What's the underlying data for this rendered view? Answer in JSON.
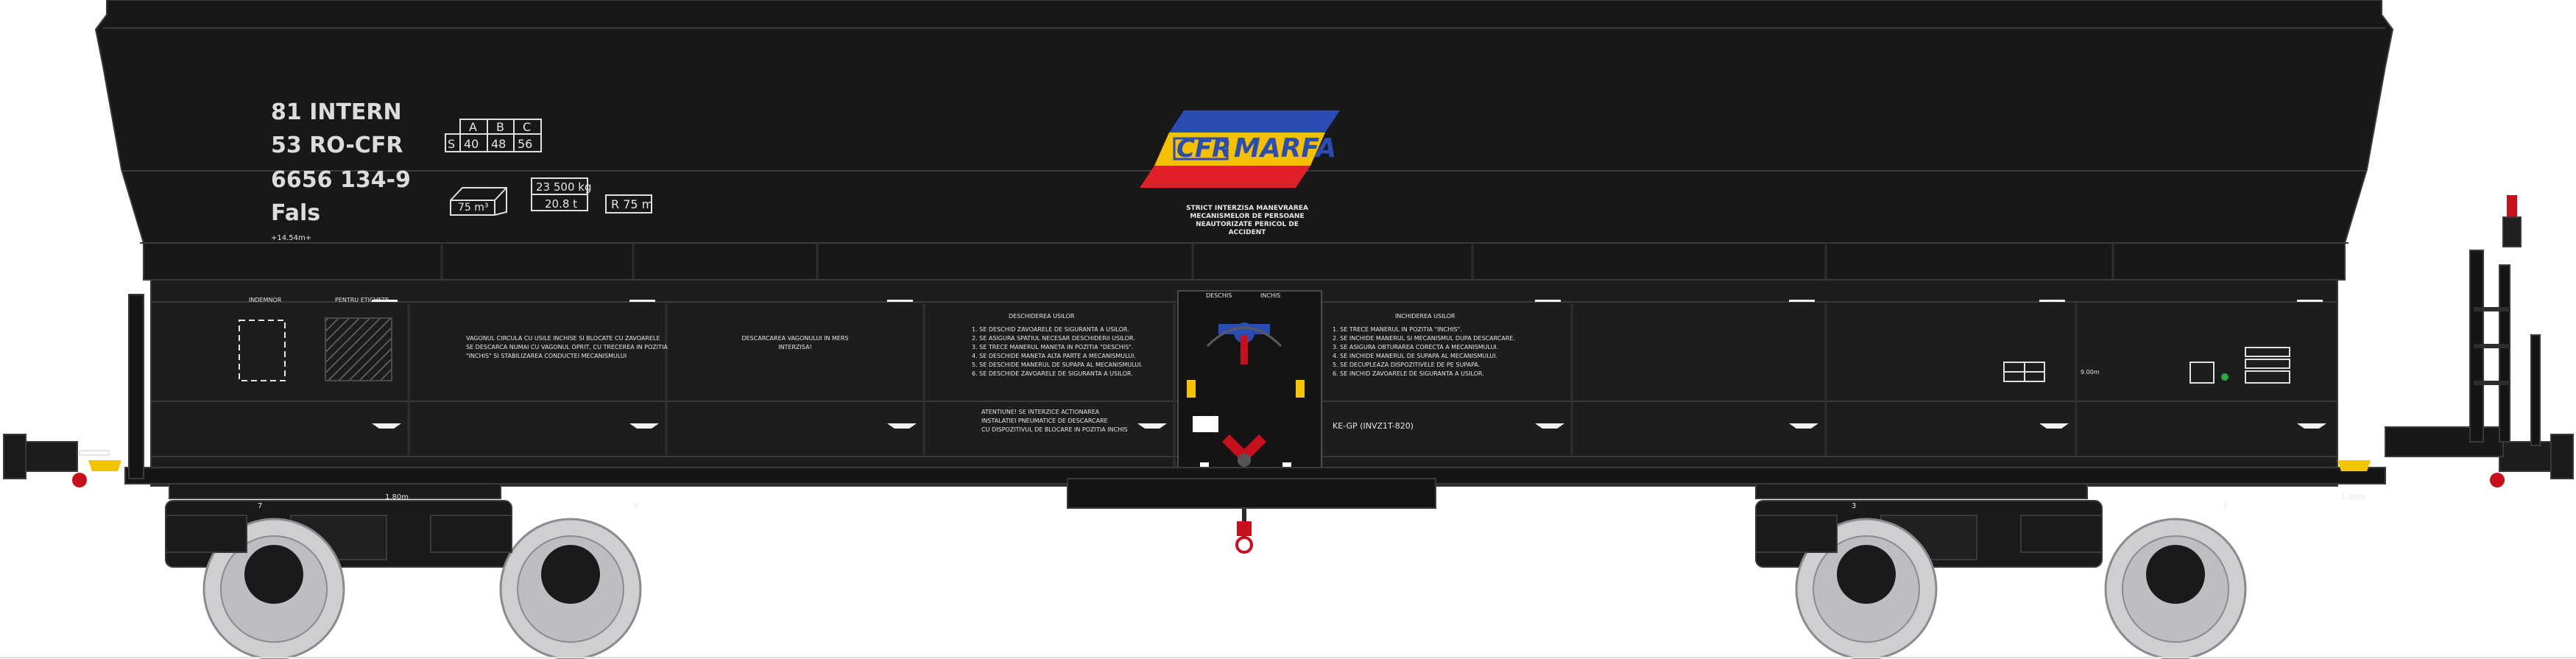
{
  "wagon": {
    "marks": {
      "line1": "81 INTERN",
      "line2": "53 RO-CFR",
      "line3": "6656 134-9",
      "line4": "Fals",
      "length": "+14.54m+"
    },
    "load_table": {
      "headers": [
        "A",
        "B",
        "C"
      ],
      "row_label": "S",
      "values": [
        "40",
        "48",
        "56"
      ]
    },
    "volume": "75 m³",
    "capacity": {
      "weight": "23 500 kg",
      "area": "20.8 t"
    },
    "radius": "R 75 m",
    "logo": {
      "left": "CFR",
      "right": "MARFA"
    },
    "warning": [
      "STRICT INTERZISA MANEVRAREA",
      "MECANISMELOR DE PERSOANE",
      "NEAUTORIZATE PERICOL DE",
      "ACCIDENT"
    ],
    "labels": {
      "inside_left": "INDEMNOR",
      "inside_right": "PENTRU ETICHETE",
      "valve_open": "DESCHIS",
      "valve_closed": "INCHIS",
      "code": "KE-GP (INVZ1T-820)",
      "dim_center": "9.00m",
      "dim_left": "1.80m",
      "dim_right": "1.80m"
    },
    "notice_left": [
      "VAGONUL CIRCULA CU USILE INCHISE SI BLOCATE CU ZAVOARELE",
      "SE DESCARCA NUMAI CU VAGONUL OPRIT, CU TRECEREA IN POZITIA",
      "\"INCHIS\" SI STABILIZAREA CONDUCTEI MECANISMULUI"
    ],
    "notice_middle": [
      "DESCARCAREA VAGONULUI IN MERS",
      "INTERZISA!"
    ],
    "open_title": "DESCHIDEREA USILOR",
    "open_steps": [
      "1. SE DESCHID ZAVOARELE DE SIGURANTA A USILOR.",
      "2. SE ASIGURA SPATIUL NECESAR DESCHIDERII USILOR.",
      "3. SE TRECE MANERUL MANETA IN POZITIA \"DESCHIS\".",
      "4. SE DESCHIDE MANETA ALTA PARTE A MECANISMULUI.",
      "5. SE DESCHIDE MANERUL DE SUPAPA AL MECANISMULUI.",
      "6. SE DESCHIDE ZAVOARELE DE SIGURANTA A USILOR."
    ],
    "close_title": "INCHIDEREA USILOR",
    "close_steps": [
      "1. SE TRECE MANERUL IN POZITIA \"INCHIS\".",
      "2. SE INCHIDE MANERUL SI MECANISMUL DUPA DESCARCARE.",
      "3. SE ASIGURA OBTURAREA CORECTA A MECANISMULUI.",
      "4. SE INCHIDE MANERUL DE SUPAPA AL MECANISMULUI.",
      "5. SE DECUPLEAZA DISPOZITIVELE DE PE SUPAPA.",
      "6. SE INCHID ZAVOARELE DE SIGURANTA A USILOR."
    ],
    "attention": [
      "ATENTIUNE! SE INTERZICE ACTIONAREA",
      "INSTALATIEI PNEUMATICE DE DESCARCARE",
      "CU DISPOZITIVUL DE BLOCARE IN POZITIA INCHIS"
    ],
    "axle_numbers": [
      "7",
      "5",
      "3",
      "1"
    ],
    "colors": {
      "body": "#1a1a1a",
      "panel": "#202020",
      "outline": "#3a3a3a",
      "logo_blue": "#2a4db5",
      "logo_yellow": "#f5c000",
      "logo_red": "#e0202a",
      "accent_red": "#c8101c",
      "accent_yellow": "#f3c400",
      "wheel": "#cfcfd2"
    }
  }
}
